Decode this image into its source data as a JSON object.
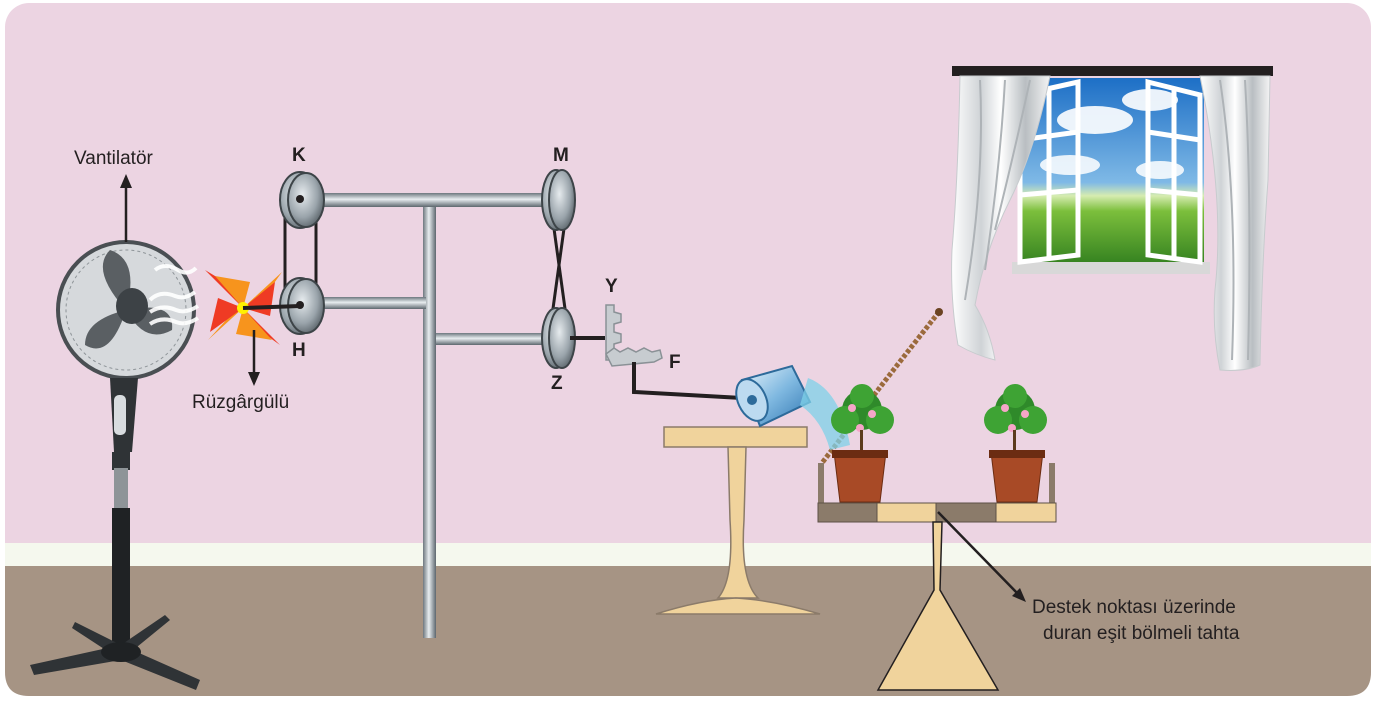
{
  "labels": {
    "fan": "Vantilatör",
    "pinwheel": "Rüzgârgülü",
    "pulley_k": "K",
    "pulley_h": "H",
    "pulley_m": "M",
    "pulley_z": "Z",
    "gear_y": "Y",
    "gear_f": "F",
    "support_line1": "Destek noktası üzerinde",
    "support_line2": "duran eşit bölmeli tahta"
  },
  "colors": {
    "wall": "#ecd4e2",
    "floor": "#a69484",
    "baseboard": "#f5f8ee",
    "wood": "#f0d39c",
    "wood_dark": "#8b7b6a",
    "pot": "#a84a26",
    "metal": "#9aa4ab"
  }
}
